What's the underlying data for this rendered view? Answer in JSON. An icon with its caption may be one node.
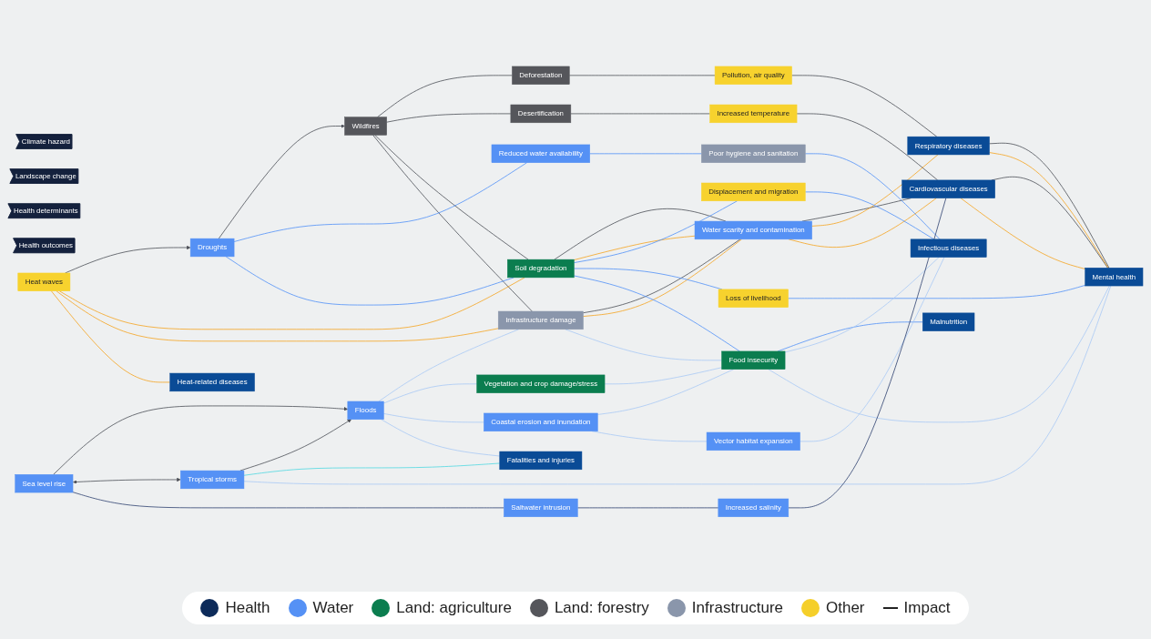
{
  "diagram": {
    "nodes": [
      {
        "text": [
          "Climate hazard"
        ]
      },
      {
        "text": [
          "Landscape change"
        ]
      },
      {
        "text": [
          "Health determinants"
        ]
      },
      {
        "text": [
          "Health outcomes"
        ]
      },
      {
        "text": [
          "Wildfires"
        ]
      },
      {
        "text": [
          "Droughts"
        ]
      },
      {
        "text": [
          "Heat waves"
        ]
      },
      {
        "text": [
          "Floods"
        ]
      },
      {
        "text": [
          "Sea level rise"
        ]
      },
      {
        "text": [
          "Tropical storms"
        ]
      },
      {
        "text": [
          "Deforestation"
        ]
      },
      {
        "text": [
          "Desertification"
        ]
      },
      {
        "text": [
          "Reduced water availability"
        ]
      },
      {
        "text": [
          "Soil degradation"
        ]
      },
      {
        "text": [
          "Infrastructure damage"
        ]
      },
      {
        "text": [
          "Vegetation and crop damage/stress"
        ]
      },
      {
        "text": [
          "Coastal erosion and inundation"
        ]
      },
      {
        "text": [
          "Saltwater intrusion"
        ]
      },
      {
        "text": [
          "Pollution, air quality"
        ]
      },
      {
        "text": [
          "Increased temperature"
        ]
      },
      {
        "text": [
          "Water scarity and contamination"
        ]
      },
      {
        "text": [
          "Poor hygiene and sanitation"
        ]
      },
      {
        "text": [
          "Displacement and migration"
        ]
      },
      {
        "text": [
          "Loss of livelihood"
        ]
      },
      {
        "text": [
          "Food insecurity"
        ]
      },
      {
        "text": [
          "Vector habitat expansion"
        ]
      },
      {
        "text": [
          "Increased salinity"
        ]
      },
      {
        "text": [
          "Respiratory diseases"
        ]
      },
      {
        "text": [
          "Cardiovascular diseases"
        ]
      },
      {
        "text": [
          "Infectious diseases"
        ]
      },
      {
        "text": [
          "Malnutrition"
        ]
      },
      {
        "text": [
          "Heat-related diseases"
        ]
      },
      {
        "text": [
          "Fatalities and injuries"
        ]
      },
      {
        "text": [
          "Mental health"
        ]
      }
    ],
    "edges": [
      {
        "from": 5,
        "to": 4,
        "arrow": "to"
      },
      {
        "from": 6,
        "to": 5,
        "arrow": "to"
      },
      {
        "from": 8,
        "to": 7,
        "arrow": "to"
      },
      {
        "from": 8,
        "to": 9,
        "arrow": "both"
      },
      {
        "from": 9,
        "to": 7,
        "arrow": "to"
      },
      {
        "from": 4,
        "to": 10,
        "arrow": "none"
      },
      {
        "from": 4,
        "to": 11,
        "arrow": "none"
      },
      {
        "from": 4,
        "to": 13,
        "arrow": "none"
      },
      {
        "from": 4,
        "to": 14,
        "arrow": "none"
      },
      {
        "from": 5,
        "to": 12,
        "arrow": "none",
        "color": "#4f8ff7"
      },
      {
        "from": 5,
        "to": 13,
        "arrow": "none",
        "color": "#4f8ff7"
      },
      {
        "from": 6,
        "to": 13,
        "arrow": "none",
        "color": "#f5a21c"
      },
      {
        "from": 6,
        "to": 14,
        "arrow": "none",
        "color": "#f5a21c"
      },
      {
        "from": 6,
        "to": 31,
        "arrow": "none",
        "color": "#f5a21c"
      },
      {
        "from": 7,
        "to": 14,
        "arrow": "none",
        "color": "#a8c8f5"
      },
      {
        "from": 7,
        "to": 15,
        "arrow": "none",
        "color": "#a8c8f5"
      },
      {
        "from": 7,
        "to": 16,
        "arrow": "none",
        "color": "#a8c8f5"
      },
      {
        "from": 7,
        "to": 32,
        "arrow": "none",
        "color": "#a8c8f5"
      },
      {
        "from": 8,
        "to": 17,
        "arrow": "none",
        "color": "#2d3f6e"
      },
      {
        "from": 9,
        "to": 32,
        "arrow": "none",
        "color": "#4dd8e0"
      },
      {
        "from": 9,
        "to": 33,
        "arrow": "none",
        "color": "#a8c8f5"
      },
      {
        "from": 10,
        "to": 18,
        "arrow": "none"
      },
      {
        "from": 11,
        "to": 19,
        "arrow": "none"
      },
      {
        "from": 12,
        "to": 21,
        "arrow": "none",
        "color": "#4f8ff7"
      },
      {
        "from": 13,
        "to": 20,
        "arrow": "none"
      },
      {
        "from": 14,
        "to": 20,
        "arrow": "none"
      },
      {
        "from": 13,
        "to": 20,
        "arrow": "none",
        "color": "#f5a21c"
      },
      {
        "from": 14,
        "to": 20,
        "arrow": "none",
        "color": "#f5a21c"
      },
      {
        "from": 13,
        "to": 22,
        "arrow": "none",
        "color": "#4f8ff7"
      },
      {
        "from": 13,
        "to": 23,
        "arrow": "none",
        "color": "#4f8ff7"
      },
      {
        "from": 13,
        "to": 24,
        "arrow": "none",
        "color": "#4f8ff7"
      },
      {
        "from": 14,
        "to": 24,
        "arrow": "none",
        "color": "#a8c8f5"
      },
      {
        "from": 15,
        "to": 24,
        "arrow": "none",
        "color": "#a8c8f5"
      },
      {
        "from": 16,
        "to": 24,
        "arrow": "none",
        "color": "#a8c8f5"
      },
      {
        "from": 16,
        "to": 25,
        "arrow": "none",
        "color": "#a8c8f5"
      },
      {
        "from": 17,
        "to": 26,
        "arrow": "none",
        "color": "#2d3f6e"
      },
      {
        "from": 18,
        "to": 27,
        "arrow": "none"
      },
      {
        "from": 19,
        "to": 28,
        "arrow": "none"
      },
      {
        "from": 20,
        "to": 28,
        "arrow": "none"
      },
      {
        "from": 20,
        "to": 27,
        "arrow": "none",
        "color": "#f5a21c"
      },
      {
        "from": 20,
        "to": 28,
        "arrow": "none",
        "color": "#f5a21c"
      },
      {
        "from": 21,
        "to": 29,
        "arrow": "none",
        "color": "#4f8ff7"
      },
      {
        "from": 22,
        "to": 29,
        "arrow": "none",
        "color": "#4f8ff7"
      },
      {
        "from": 23,
        "to": 33,
        "arrow": "none",
        "color": "#4f8ff7"
      },
      {
        "from": 24,
        "to": 30,
        "arrow": "none",
        "color": "#4f8ff7"
      },
      {
        "from": 24,
        "to": 29,
        "arrow": "none",
        "color": "#a8c8f5"
      },
      {
        "from": 25,
        "to": 29,
        "arrow": "none",
        "color": "#a8c8f5"
      },
      {
        "from": 24,
        "to": 33,
        "arrow": "none",
        "color": "#a8c8f5"
      },
      {
        "from": 26,
        "to": 28,
        "arrow": "none",
        "color": "#2d3f6e"
      },
      {
        "from": 27,
        "to": 33,
        "arrow": "none"
      },
      {
        "from": 28,
        "to": 33,
        "arrow": "none"
      },
      {
        "from": 27,
        "to": 33,
        "arrow": "none",
        "color": "#f5a21c"
      },
      {
        "from": 28,
        "to": 33,
        "arrow": "none",
        "color": "#f5a21c"
      }
    ],
    "legend": [
      {
        "text": "Health",
        "color": "#0d2b5a"
      },
      {
        "text": "Water",
        "color": "#5591f5"
      },
      {
        "text": "Land: agriculture",
        "color": "#0b7d4f"
      },
      {
        "text": "Land: forestry",
        "color": "#55565b"
      },
      {
        "text": "Infrastructure",
        "color": "#8a96ab"
      },
      {
        "text": "Other",
        "color": "#f5cf2a"
      },
      {
        "text": "Impact"
      }
    ]
  }
}
